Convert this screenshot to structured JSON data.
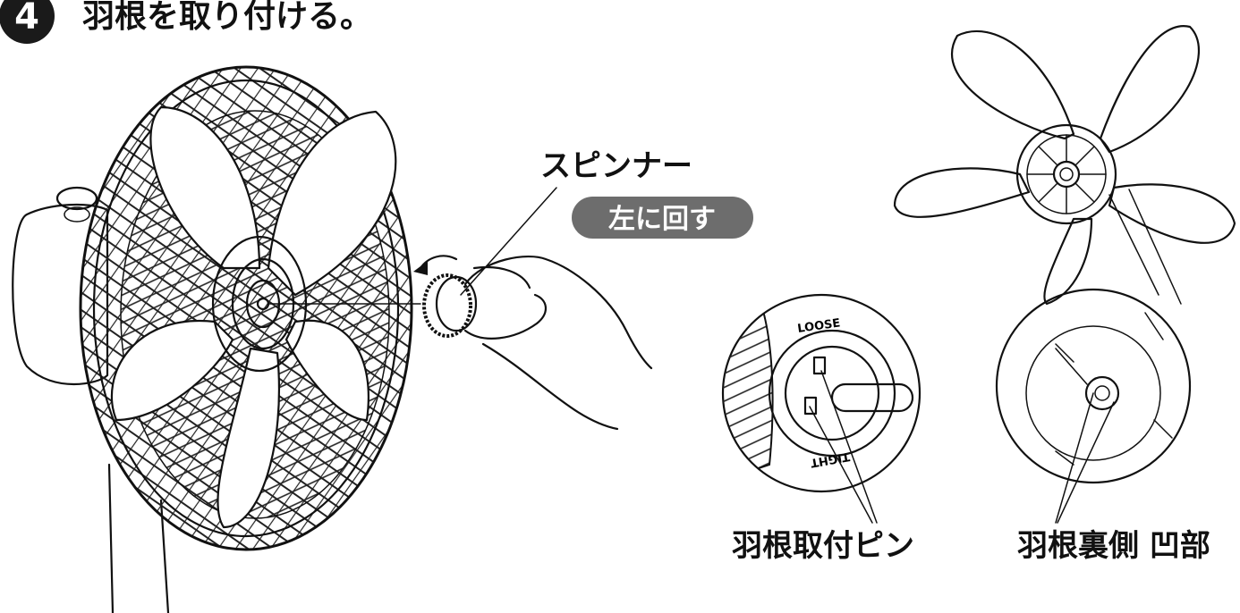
{
  "step": {
    "number": "4",
    "title": "羽根を取り付ける。"
  },
  "labels": {
    "spinner": "スピンナー",
    "turn_left": "左に回す",
    "blade_pin": "羽根取付ピン",
    "blade_back_recess": "羽根裏側 凹部",
    "loose_marking": "LOOSE",
    "tight_marking": "TIGHT"
  },
  "colors": {
    "step_badge": "#1a1a1a",
    "pill_badge": "#6d6d6d",
    "line_art": "#111111",
    "background": "#ffffff"
  },
  "icons": {
    "step_number": "circled-number",
    "rotate_direction": "counterclockwise-arrow-icon"
  }
}
